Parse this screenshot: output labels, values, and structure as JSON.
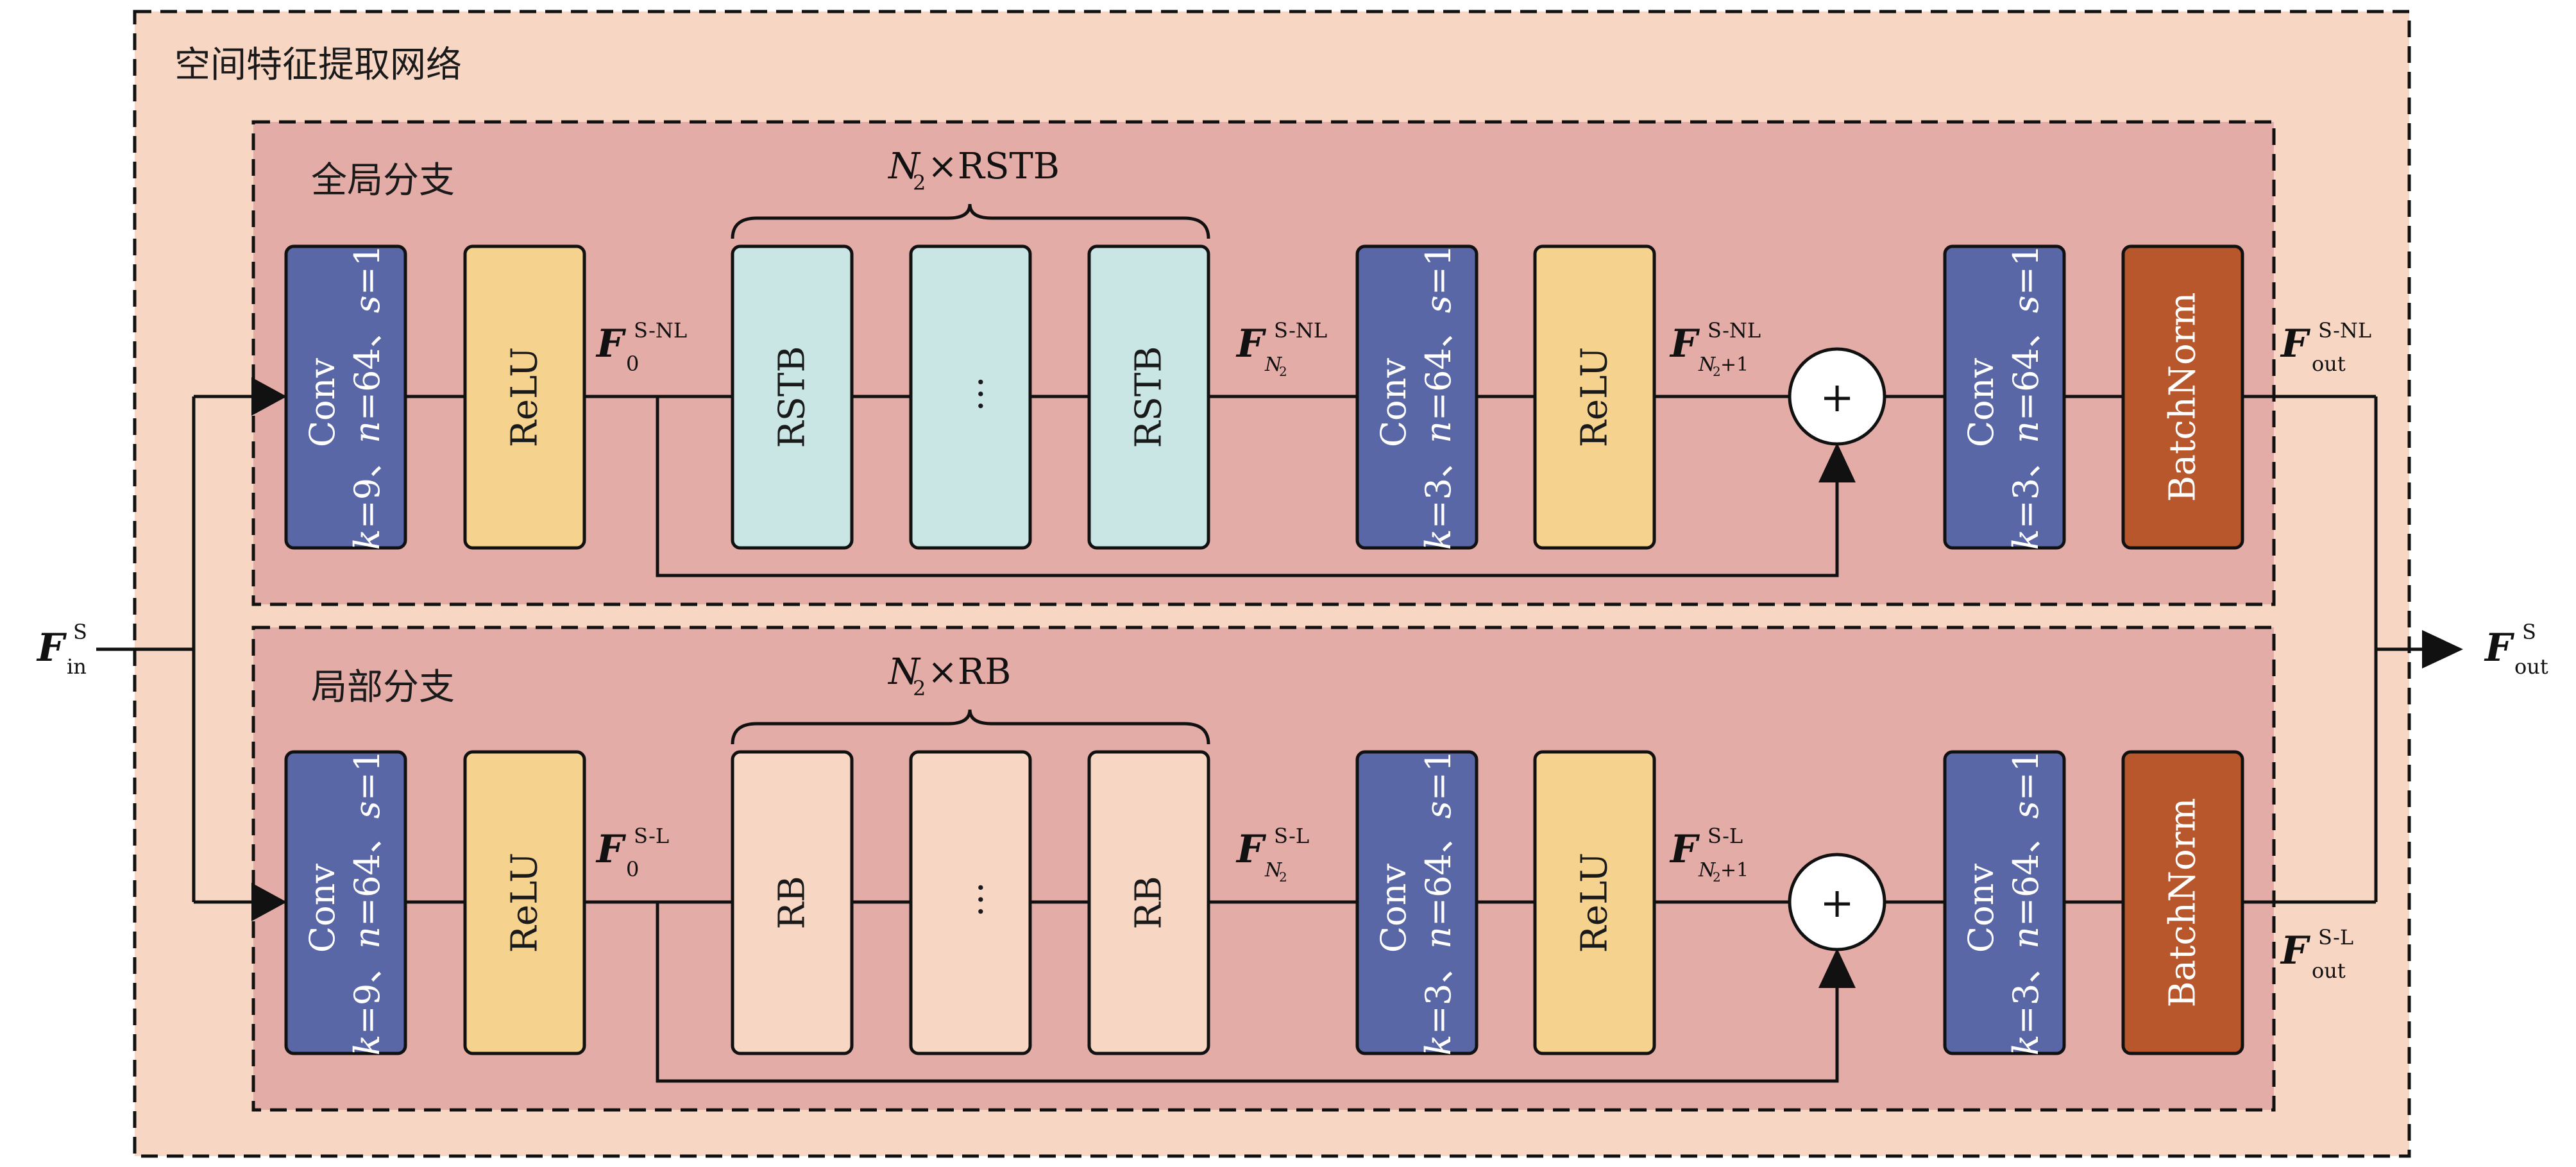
{
  "diagram": {
    "title": "空间特征提取网络",
    "input_label": {
      "main": "F",
      "sup": "S",
      "sub": "in"
    },
    "output_label": {
      "main": "F",
      "sup": "S",
      "sub": "out"
    },
    "colors": {
      "outer_fill": "#f8d6c4",
      "branch_fill": "#e4aca6",
      "conv_fill": "#5a67a6",
      "relu_fill": "#f5d38f",
      "rstb_fill": "#c9e6e5",
      "rb_fill": "#f8d6c4",
      "batchnorm_fill": "#b8562c"
    }
  },
  "global_branch": {
    "title": "全局分支",
    "group_label": {
      "n": "N",
      "n_sub": "2",
      "rest": "×RSTB"
    },
    "conv1": {
      "line1": "Conv",
      "k": "k",
      "k_val": "=9、",
      "n": "n",
      "n_val": "=64、",
      "s": "s",
      "s_val": "=1"
    },
    "relu1": "ReLU",
    "f0": {
      "main": "F",
      "sup": "S-NL",
      "sub": "0"
    },
    "block1": "RSTB",
    "block_dots": "…",
    "block2": "RSTB",
    "fn2": {
      "main": "F",
      "sup": "S-NL",
      "sub_n": "N",
      "sub_n2": "2",
      "sub_rest": ""
    },
    "conv2": {
      "line1": "Conv",
      "k": "k",
      "k_val": "=3、",
      "n": "n",
      "n_val": "=64、",
      "s": "s",
      "s_val": "=1"
    },
    "relu2": "ReLU",
    "fn21": {
      "main": "F",
      "sup": "S-NL",
      "sub_n": "N",
      "sub_n2": "2",
      "sub_rest": "+1"
    },
    "plus": "+",
    "conv3": {
      "line1": "Conv",
      "k": "k",
      "k_val": "=3、",
      "n": "n",
      "n_val": "=64、",
      "s": "s",
      "s_val": "=1"
    },
    "batchnorm": "BatchNorm",
    "fout": {
      "main": "F",
      "sup": "S-NL",
      "sub": "out"
    }
  },
  "local_branch": {
    "title": "局部分支",
    "group_label": {
      "n": "N",
      "n_sub": "2",
      "rest": "×RB"
    },
    "conv1": {
      "line1": "Conv",
      "k": "k",
      "k_val": "=9、",
      "n": "n",
      "n_val": "=64、",
      "s": "s",
      "s_val": "=1"
    },
    "relu1": "ReLU",
    "f0": {
      "main": "F",
      "sup": "S-L",
      "sub": "0"
    },
    "block1": "RB",
    "block_dots": "…",
    "block2": "RB",
    "fn2": {
      "main": "F",
      "sup": "S-L",
      "sub_n": "N",
      "sub_n2": "2",
      "sub_rest": ""
    },
    "conv2": {
      "line1": "Conv",
      "k": "k",
      "k_val": "=3、",
      "n": "n",
      "n_val": "=64、",
      "s": "s",
      "s_val": "=1"
    },
    "relu2": "ReLU",
    "fn21": {
      "main": "F",
      "sup": "S-L",
      "sub_n": "N",
      "sub_n2": "2",
      "sub_rest": "+1"
    },
    "plus": "+",
    "conv3": {
      "line1": "Conv",
      "k": "k",
      "k_val": "=3、",
      "n": "n",
      "n_val": "=64、",
      "s": "s",
      "s_val": "=1"
    },
    "batchnorm": "BatchNorm",
    "fout": {
      "main": "F",
      "sup": "S-L",
      "sub": "out"
    }
  }
}
